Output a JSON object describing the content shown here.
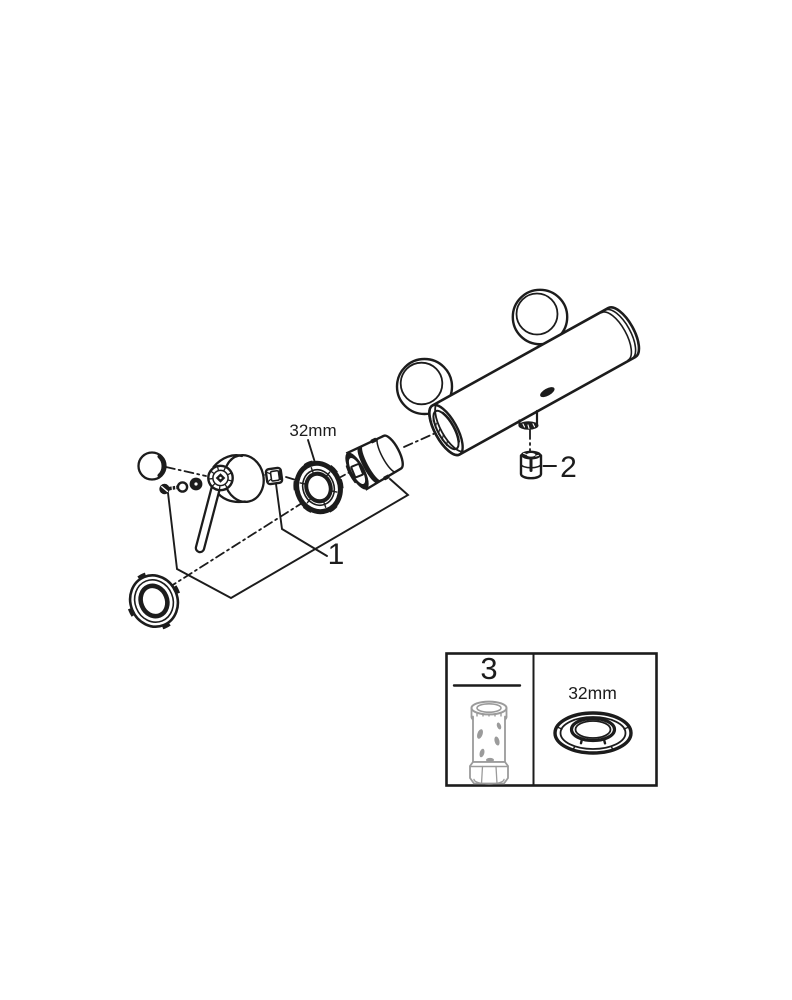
{
  "colors": {
    "bg": "#ffffff",
    "ink": "#1c1c1c",
    "grey": "#9b9b9b"
  },
  "labels": {
    "ring_size": "32mm",
    "group_1": "1",
    "part_2": "2",
    "part_3": "3",
    "inset_ring_size": "32mm"
  },
  "parts": {
    "main_assembly": [
      "handle-cap",
      "handle-screw",
      "washer",
      "retainer-disc",
      "lever-handle",
      "handle-hub",
      "handle-escutcheon",
      "square-nut",
      "ring-nut-32mm",
      "cartridge",
      "trim-ring",
      "mixer-body",
      "wall-escutcheons",
      "outlet-connector",
      "check-valve"
    ],
    "inset_box": [
      "mounting-tool",
      "ring-nut-32mm-flat"
    ]
  }
}
